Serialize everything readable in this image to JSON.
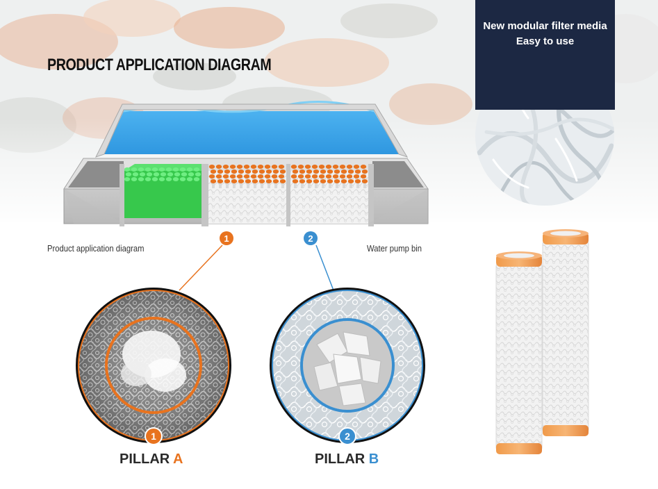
{
  "title": "PRODUCT APPLICATION DIAGRAM",
  "labels": {
    "left": "Product application diagram",
    "right": "Water pump bin"
  },
  "panel": {
    "line1": "New modular filter media",
    "line2": "Easy to use"
  },
  "callouts": {
    "one": "1",
    "two": "2"
  },
  "pillars": {
    "a_word": "PILLAR",
    "a_letter": "A",
    "b_word": "PILLAR",
    "b_letter": "B"
  },
  "colors": {
    "orange": "#e8731f",
    "blue": "#3a8fd0",
    "navy": "#1c2843",
    "water": "#3aa3e8",
    "green": "#3ddb55"
  }
}
